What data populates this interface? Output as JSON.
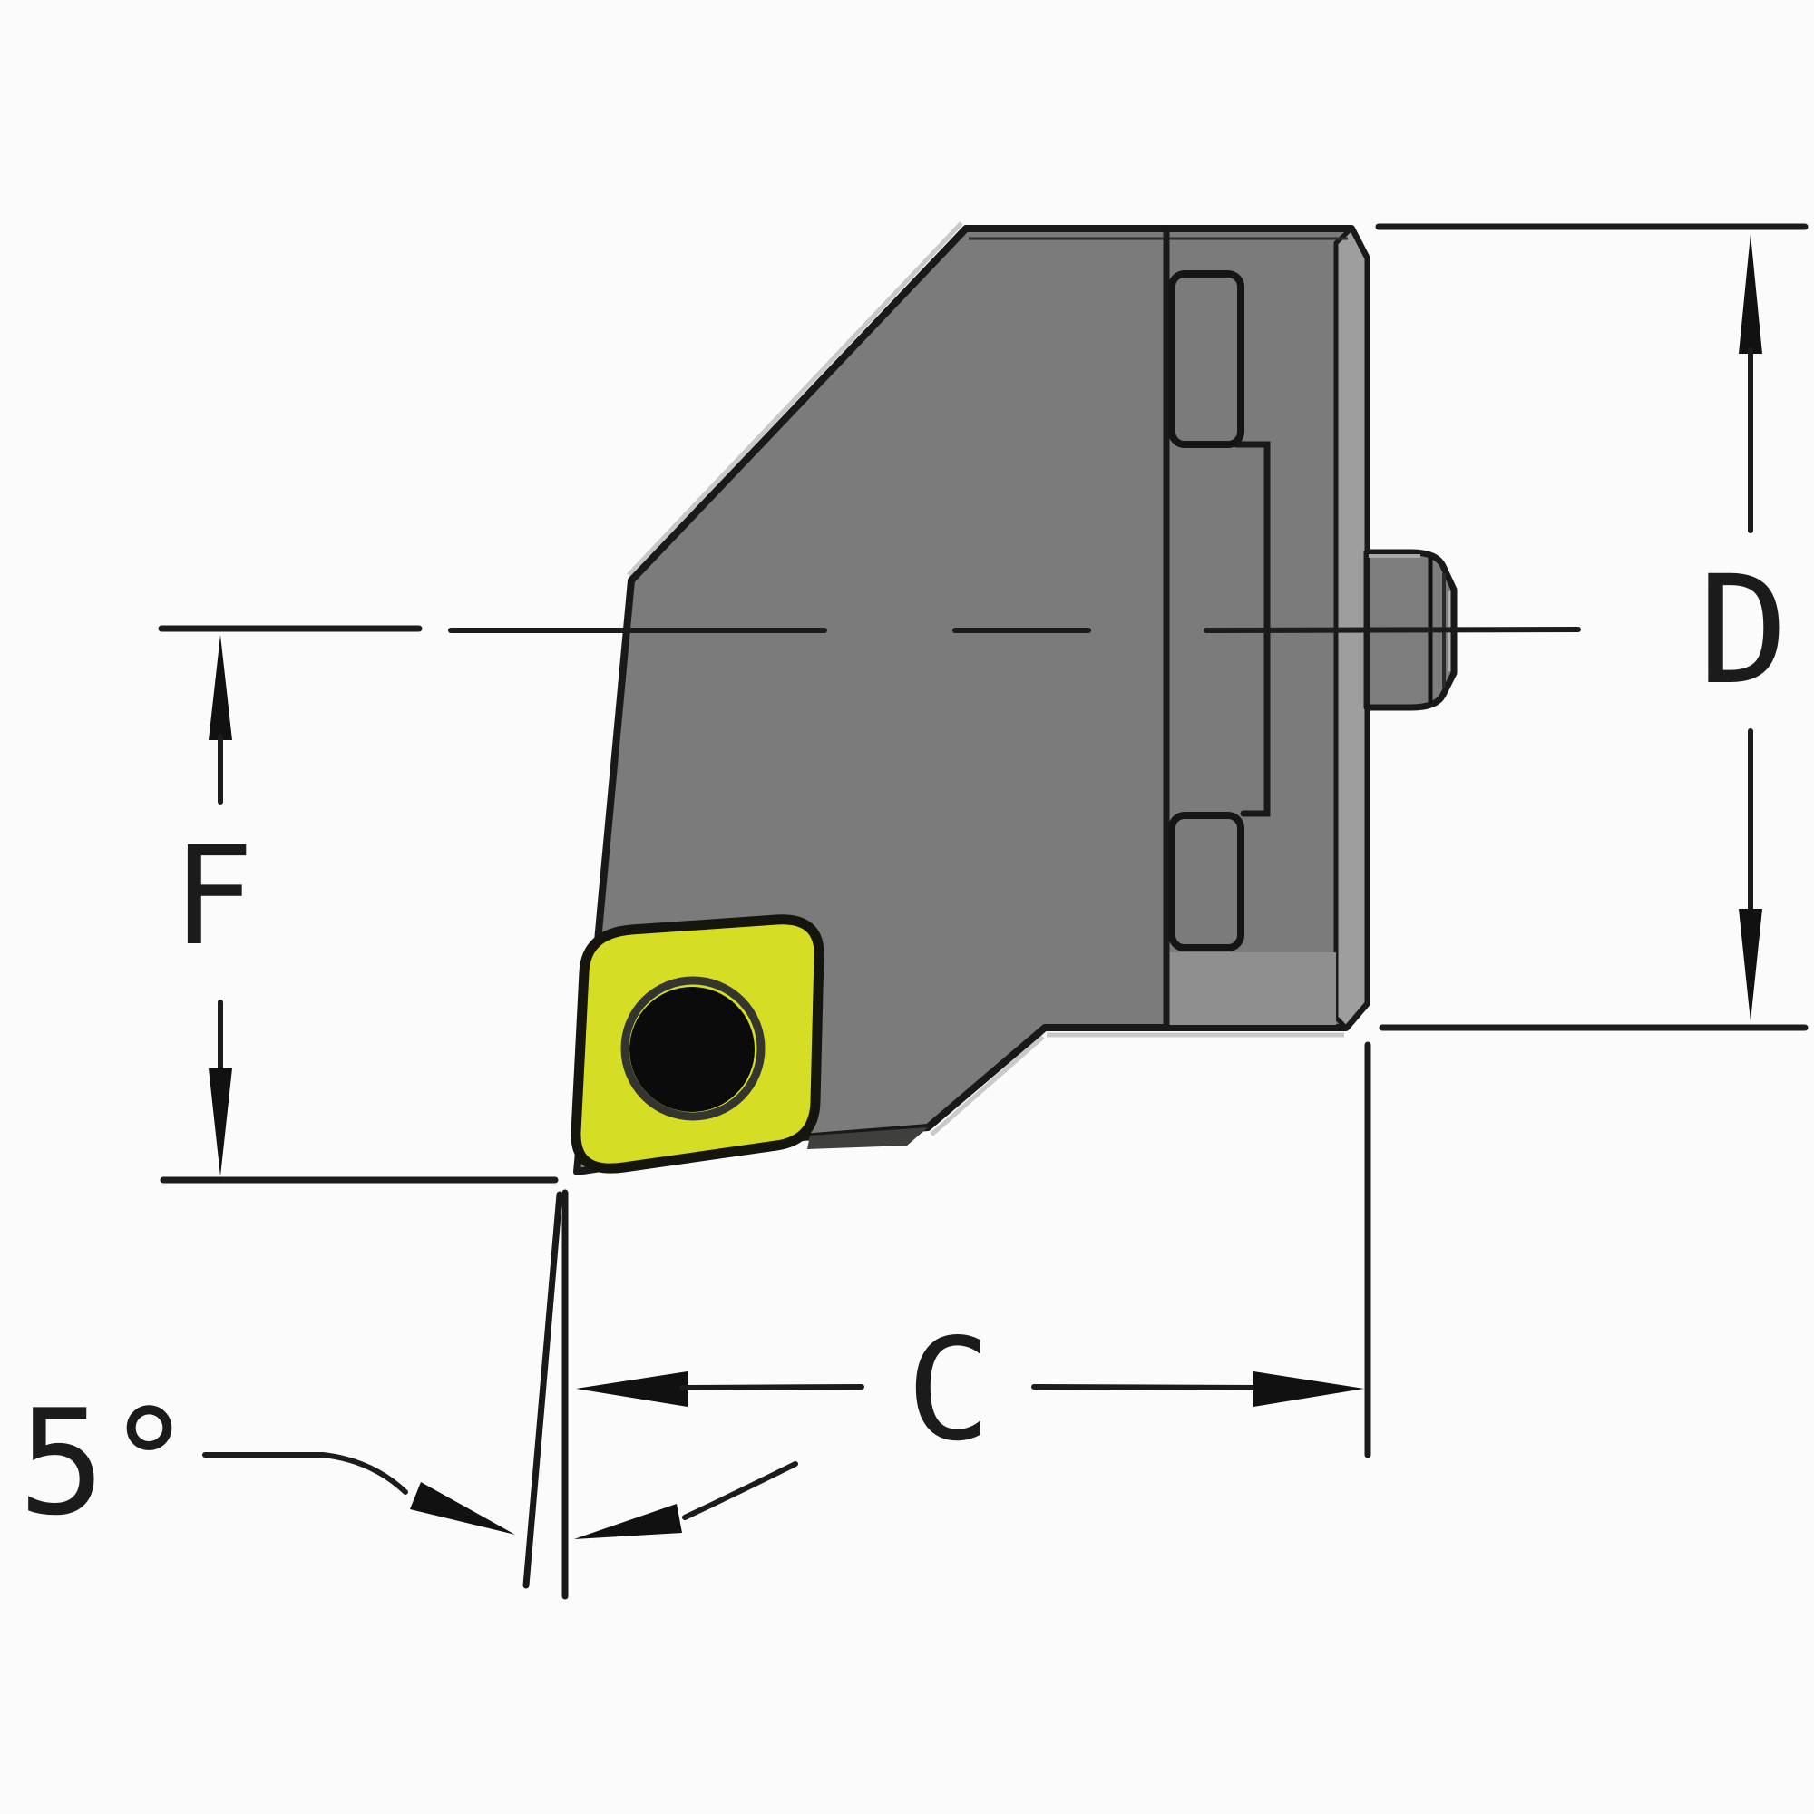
{
  "drawing": {
    "description": "Technical line drawing of a modular lathe tool holder head with yellow indexable cutting insert",
    "labels": {
      "dim_d": "D",
      "dim_f": "F",
      "dim_c": "C",
      "angle": "5°"
    },
    "colors": {
      "background": "#fbfbfb",
      "body_gray": "#7b7b7b",
      "bevel_gray": "#9e9e9e",
      "face_gray": "#8f8f8f",
      "boss_gray": "#7d7d7d",
      "insert_yellow": "#d6dd25",
      "hole_black": "#0b0b0b",
      "line_dark": "#1c1c1c"
    }
  }
}
